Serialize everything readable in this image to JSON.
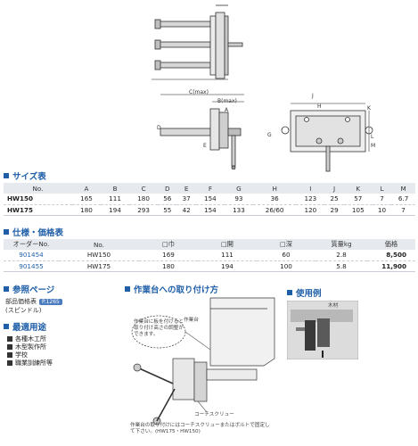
{
  "drawing_labels": {
    "c_max": "C(max)",
    "b_max": "B(max)",
    "a": "A",
    "d": "D",
    "e": "E",
    "g": "G",
    "h": "H",
    "j": "J",
    "k": "K",
    "l": "L",
    "m": "M"
  },
  "size_section": {
    "heading": "サイズ表",
    "columns": [
      "No.",
      "A",
      "B",
      "C",
      "D",
      "E",
      "F",
      "G",
      "H",
      "I",
      "J",
      "K",
      "L",
      "M"
    ],
    "rows": [
      [
        "HW150",
        "165",
        "111",
        "180",
        "56",
        "37",
        "154",
        "93",
        "36",
        "123",
        "25",
        "57",
        "7",
        "6.7"
      ],
      [
        "HW175",
        "180",
        "194",
        "293",
        "55",
        "42",
        "154",
        "133",
        "26/60",
        "120",
        "29",
        "105",
        "10",
        "7"
      ]
    ]
  },
  "spec_section": {
    "heading": "仕様・価格表",
    "columns": [
      "オーダーNo.",
      "No.",
      "□巾",
      "□開",
      "□深",
      "質量kg",
      "価格"
    ],
    "rows": [
      [
        "901454",
        "HW150",
        "169",
        "111",
        "60",
        "2.8",
        "8,500"
      ],
      [
        "901455",
        "HW175",
        "180",
        "194",
        "100",
        "5.8",
        "11,900"
      ]
    ]
  },
  "reference": {
    "heading": "参照ページ",
    "line1": "部品価格表",
    "tag": "P.1265",
    "line2": "(スピンドル)"
  },
  "usage": {
    "heading": "最適用途",
    "items": [
      "各種木工所",
      "木型製作所",
      "学校",
      "職業訓練所等"
    ]
  },
  "mounting": {
    "heading": "作業台への取り付け方",
    "callout1": "作業台に板を付けると取り付け高さの調整ができます。",
    "callout2": "作業台",
    "callout3": "コーチスクリュー",
    "bottom_note": "作業台の取り付けにはコーチスクリューまたはボルトで固定して下さい。(HW175・HW150)"
  },
  "example": {
    "heading": "使用例",
    "label": "木材"
  },
  "colors": {
    "accent": "#1f5fa8",
    "table_header_bg": "#e6e9ee"
  }
}
